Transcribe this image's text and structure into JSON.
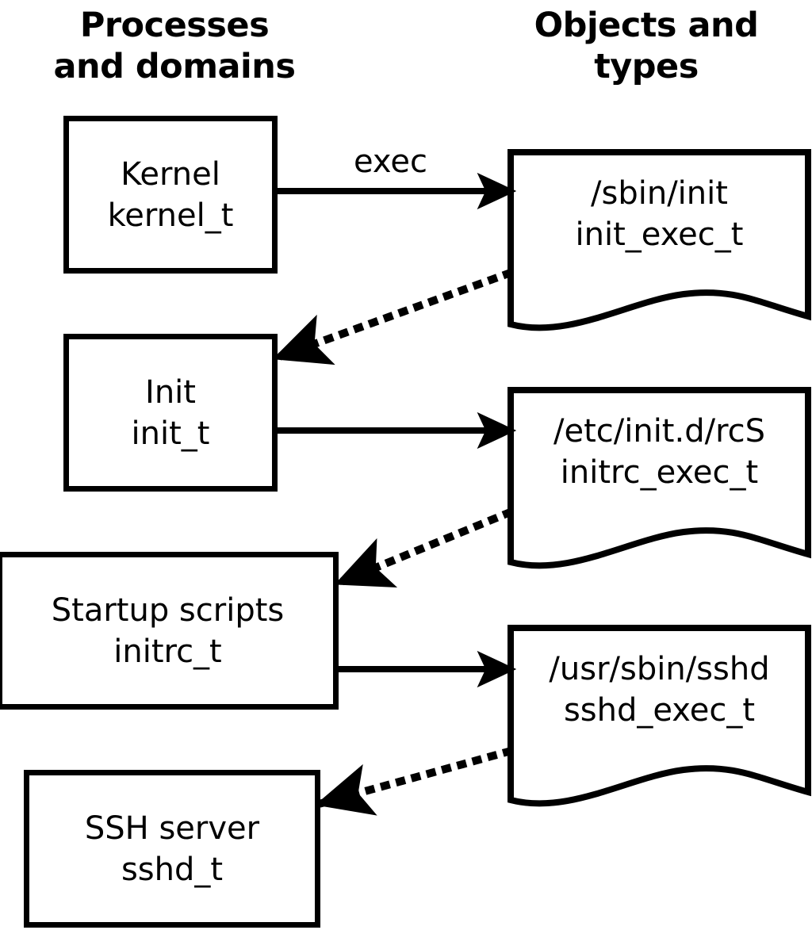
{
  "diagram": {
    "title_left": "Processes\nand domains",
    "title_right": "Objects and\ntypes",
    "process_nodes": [
      {
        "name": "Kernel",
        "type": "kernel_t"
      },
      {
        "name": "Init",
        "type": "init_t"
      },
      {
        "name": "Startup scripts",
        "type": "initrc_t"
      },
      {
        "name": "SSH server",
        "type": "sshd_t"
      }
    ],
    "object_nodes": [
      {
        "path": "/sbin/init",
        "type": "init_exec_t"
      },
      {
        "path": "/etc/init.d/rcS",
        "type": "initrc_exec_t"
      },
      {
        "path": "/usr/sbin/sshd",
        "type": "sshd_exec_t"
      }
    ],
    "edges": [
      {
        "label": "exec",
        "style": "solid",
        "from": "Kernel",
        "to": "/sbin/init"
      },
      {
        "label": "",
        "style": "dotted",
        "from": "/sbin/init",
        "to": "Init"
      },
      {
        "label": "",
        "style": "solid",
        "from": "Init",
        "to": "/etc/init.d/rcS"
      },
      {
        "label": "",
        "style": "dotted",
        "from": "/etc/init.d/rcS",
        "to": "Startup scripts"
      },
      {
        "label": "",
        "style": "solid",
        "from": "Startup scripts",
        "to": "/usr/sbin/sshd"
      },
      {
        "label": "",
        "style": "dotted",
        "from": "/usr/sbin/sshd",
        "to": "SSH server"
      }
    ],
    "colors": {
      "stroke": "#000000",
      "background": "#ffffff",
      "text": "#000000"
    }
  }
}
